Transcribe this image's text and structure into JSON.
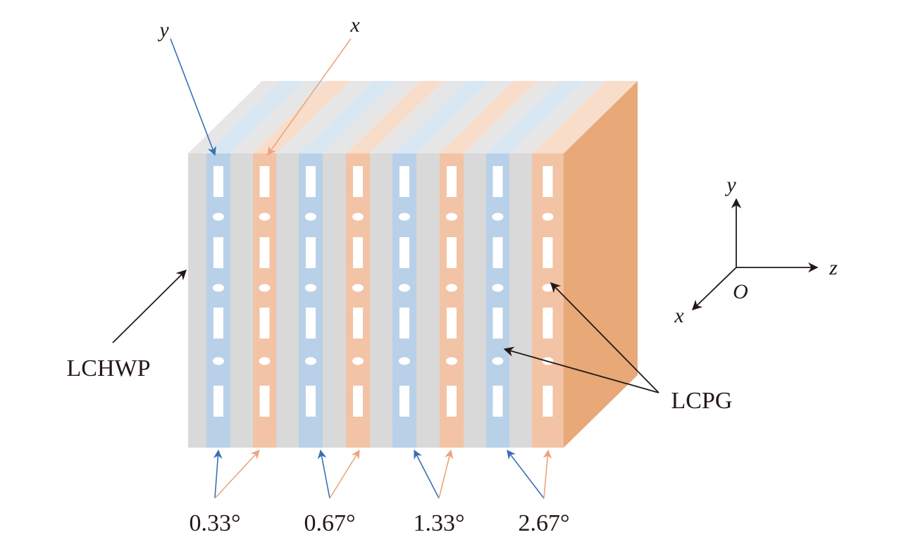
{
  "labels": {
    "y_top": "y",
    "x_top": "x",
    "lchwp": "LCHWP",
    "lcpg": "LCPG"
  },
  "angles": [
    "0.33°",
    "0.67°",
    "1.33°",
    "2.67°"
  ],
  "axes": {
    "y": "y",
    "z": "z",
    "x": "x",
    "origin": "O"
  },
  "colors": {
    "gray": "#d9d9d9",
    "gray_top": "#e6e6e6",
    "blue": "#b8d1e8",
    "blue_top": "#d9e7f3",
    "orange": "#f2c3a4",
    "orange_top": "#f8ddcb",
    "side": "#e8a877",
    "arrow_blue": "#3a6fb5",
    "arrow_orange": "#eba57c",
    "arrow_black": "#231815"
  }
}
